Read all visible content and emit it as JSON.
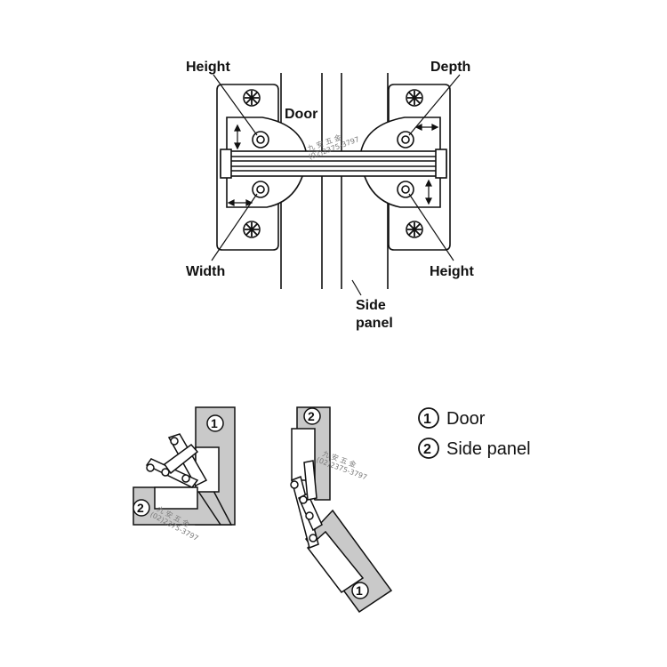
{
  "top_view": {
    "labels": {
      "height_left": "Height",
      "depth": "Depth",
      "door": "Door",
      "width": "Width",
      "height_right": "Height",
      "side_panel_line1": "Side",
      "side_panel_line2": "panel"
    }
  },
  "legend": {
    "items": [
      {
        "num": "1",
        "label": "Door"
      },
      {
        "num": "2",
        "label": "Side panel"
      }
    ]
  },
  "callouts": {
    "one": "1",
    "two": "2"
  },
  "watermark": {
    "line1": "九 安 五 金",
    "line2": "(02)2375-3797"
  },
  "colors": {
    "line": "#111111",
    "panel_fill": "#c9c9c9",
    "plate_fill": "#ffffff"
  }
}
